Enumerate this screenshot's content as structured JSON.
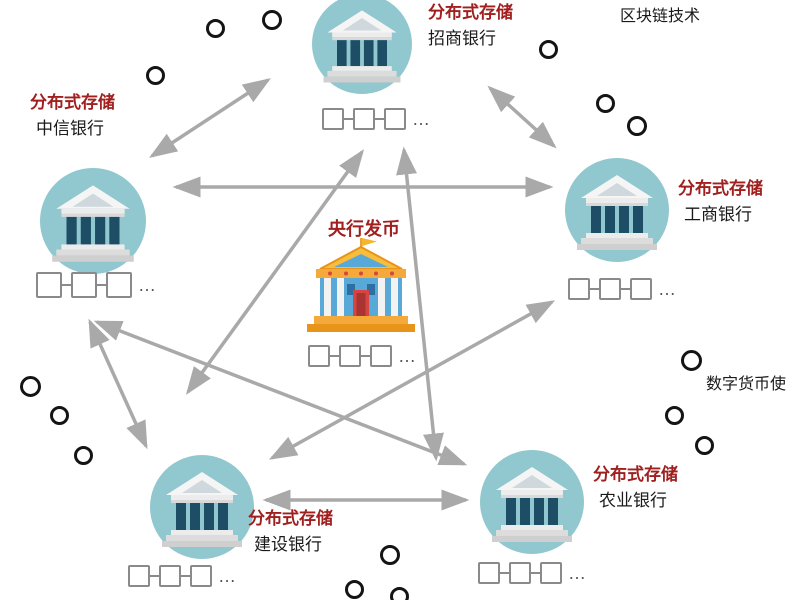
{
  "center": {
    "label": "央行发币"
  },
  "nodes": [
    {
      "id": "top",
      "tag": "分布式存储",
      "bank": "招商银行"
    },
    {
      "id": "left",
      "tag": "分布式存储",
      "bank": "中信银行"
    },
    {
      "id": "right",
      "tag": "分布式存储",
      "bank": "工商银行"
    },
    {
      "id": "bottom-left",
      "tag": "分布式存储",
      "bank": "建设银行"
    },
    {
      "id": "bottom-right",
      "tag": "分布式存储",
      "bank": "农业银行"
    }
  ],
  "annotations": {
    "top_right": "区块链技术",
    "right": "数字货币使"
  },
  "chain_ellipsis": "…",
  "colors": {
    "accent_red": "#a02020",
    "node_fill": "#91c7cf",
    "column_dark": "#1e4d66",
    "arrow_gray": "#a9a9a9"
  }
}
